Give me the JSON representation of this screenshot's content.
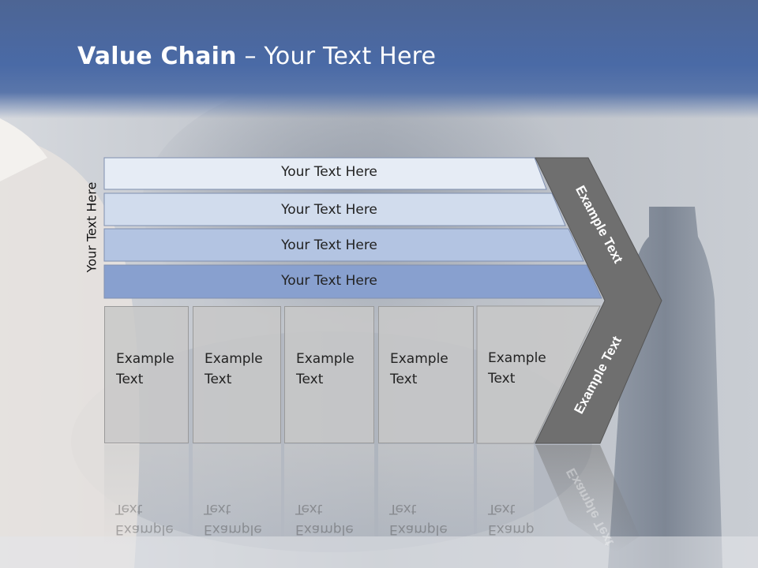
{
  "title": {
    "bold": "Value Chain",
    "rest": " – Your Text Here"
  },
  "vertical_label": "Your Text Here",
  "bands": [
    {
      "label": "Your Text Here",
      "color": "#e6ecf5"
    },
    {
      "label": "Your Text Here",
      "color": "#d1dced"
    },
    {
      "label": "Your Text Here",
      "color": "#b3c4e2"
    },
    {
      "label": "Your Text Here",
      "color": "#88a0cf"
    }
  ],
  "cells": [
    {
      "label": "Example\nText"
    },
    {
      "label": "Example\nText"
    },
    {
      "label": "Example\nText"
    },
    {
      "label": "Example\nText"
    },
    {
      "label": "Example\nText"
    }
  ],
  "chevron": {
    "upper_label": "Example Text",
    "lower_label": "Example Text",
    "color": "#6f6f6f"
  },
  "colors": {
    "header": "#4a6aa6",
    "cell_border": "#9a9a9a"
  }
}
